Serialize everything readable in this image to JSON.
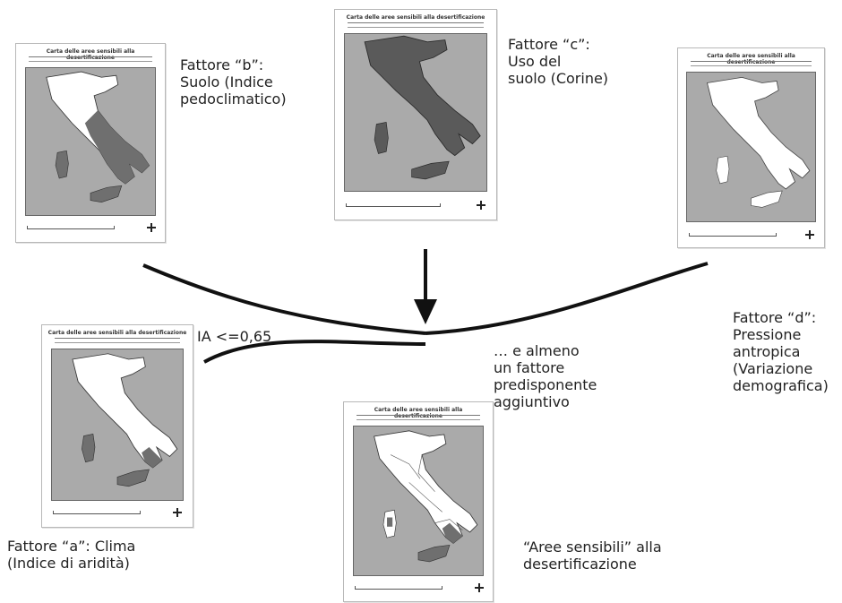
{
  "cards": {
    "b": {
      "title": "Carta delle aree sensibili alla desertificazione"
    },
    "c": {
      "title": "Carta delle aree sensibili alla desertificazione"
    },
    "d": {
      "title": "Carta delle aree sensibili alla desertificazione"
    },
    "a": {
      "title": "Carta delle aree sensibili alla desertificazione"
    },
    "result": {
      "title": "Carta delle aree sensibili alla desertificazione"
    }
  },
  "labels": {
    "factor_b": "Fattore “b”:\nSuolo (Indice\npedoclimatico)",
    "factor_c": "Fattore “c”:\nUso del\nsuolo (Corine)",
    "factor_d": "Fattore “d”:\nPressione\nantropica\n(Variazione\ndemografica)",
    "factor_a": "Fattore “a”: Clima\n(Indice di aridità)",
    "threshold": "IA <=0,65",
    "additional": "… e almeno\nun fattore\npredisponente\naggiuntivo",
    "result": "“Aree sensibili” alla\ndesertificazione"
  }
}
